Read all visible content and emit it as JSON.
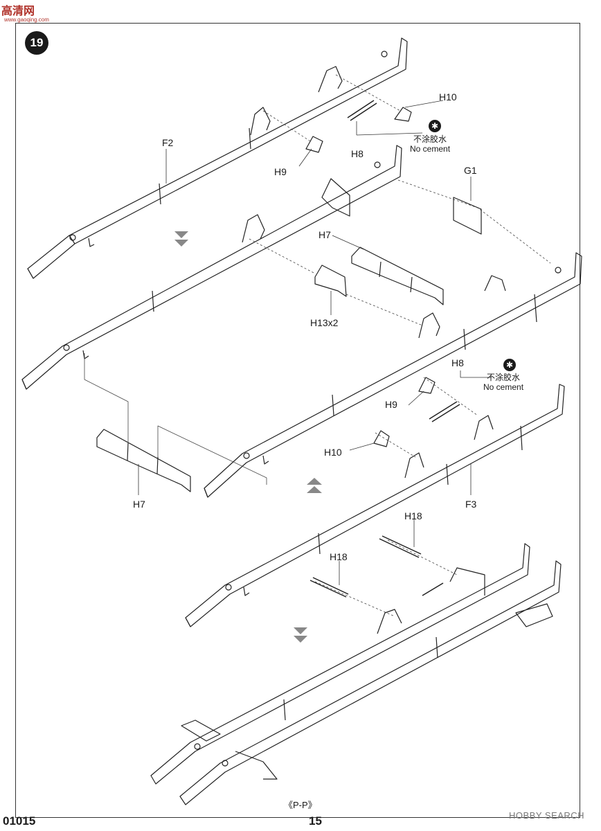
{
  "site_logo": "高清网",
  "site_logo_sub": "www.gaoqing.com",
  "step_number": "19",
  "labels": {
    "f2": "F2",
    "f3": "F3",
    "g1": "G1",
    "h7_top": "H7",
    "h7_bottom": "H7",
    "h8_top": "H8",
    "h8_mid": "H8",
    "h9_top": "H9",
    "h9_mid": "H9",
    "h10_top": "H10",
    "h10_mid": "H10",
    "h13": "H13x2",
    "h18_right": "H18",
    "h18_left": "H18"
  },
  "no_cement": {
    "cn": "不涂胶水",
    "en": "No cement"
  },
  "footer": {
    "model_code": "01015",
    "page_number": "15",
    "pp_mark": "《P-P》",
    "watermark": "HOBBY SEARCH"
  }
}
